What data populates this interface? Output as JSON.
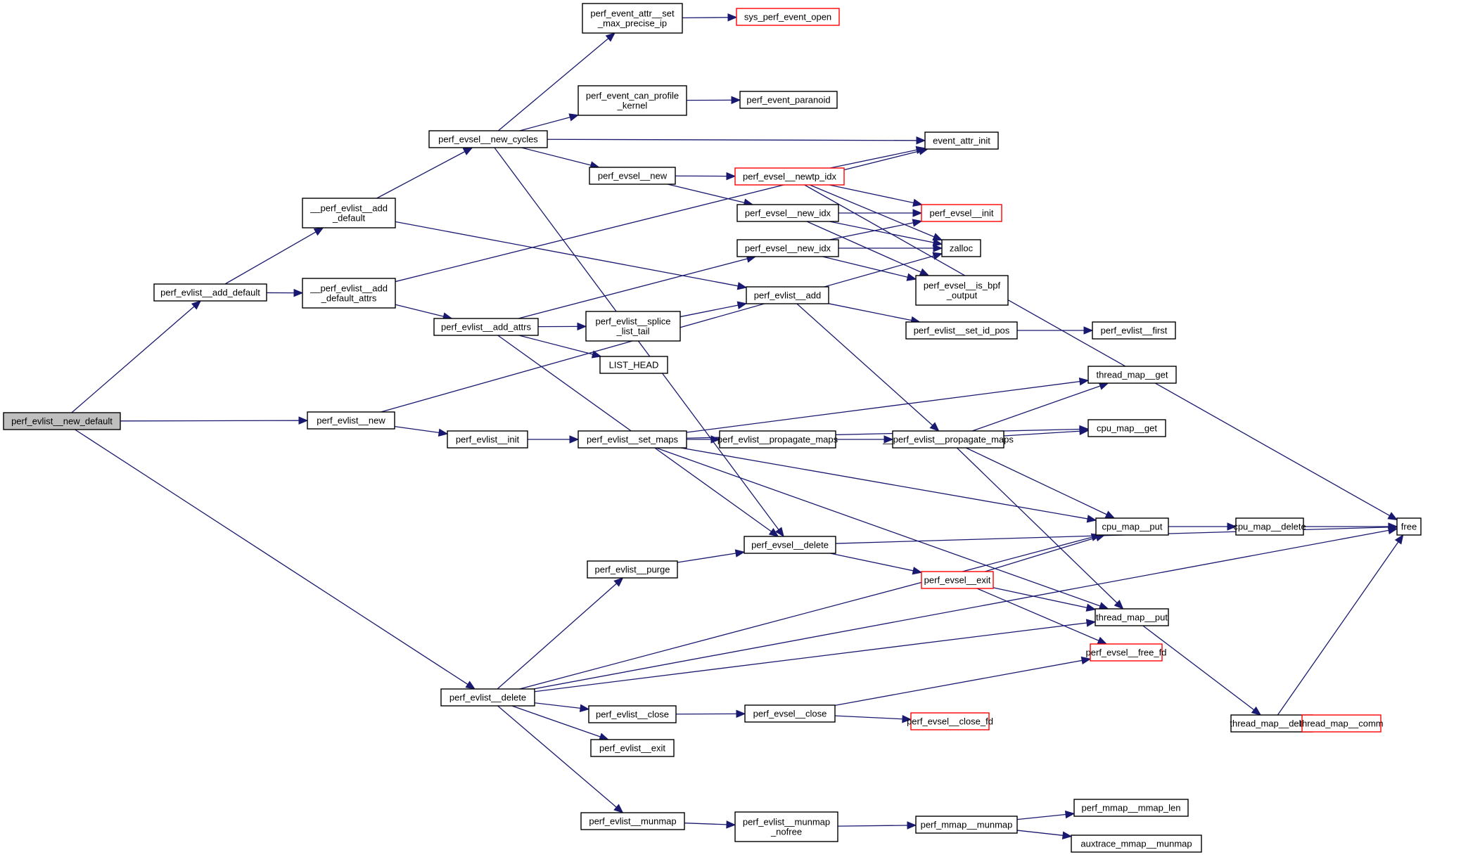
{
  "diagram": {
    "type": "call-graph",
    "root": "perf_evlist__new_default",
    "colors": {
      "edge": "#191970",
      "node_border": "#000000",
      "external_border": "#ff0000",
      "root_fill": "#bfbfbf"
    },
    "nodes": [
      {
        "id": "n0",
        "lines": [
          "perf_evlist__new_default"
        ],
        "kind": "root"
      },
      {
        "id": "n1",
        "lines": [
          "perf_evlist__add_default"
        ],
        "kind": "normal"
      },
      {
        "id": "n2",
        "lines": [
          "__perf_evlist__add",
          "_default"
        ],
        "kind": "normal"
      },
      {
        "id": "n3",
        "lines": [
          "__perf_evlist__add",
          "_default_attrs"
        ],
        "kind": "normal"
      },
      {
        "id": "n4",
        "lines": [
          "perf_evlist__new"
        ],
        "kind": "normal"
      },
      {
        "id": "n5",
        "lines": [
          "perf_evlist__delete"
        ],
        "kind": "normal"
      },
      {
        "id": "n6",
        "lines": [
          "perf_evsel__new_cycles"
        ],
        "kind": "normal"
      },
      {
        "id": "n7",
        "lines": [
          "perf_evlist__add_attrs"
        ],
        "kind": "normal"
      },
      {
        "id": "n8",
        "lines": [
          "perf_evlist__init"
        ],
        "kind": "normal"
      },
      {
        "id": "n9",
        "lines": [
          "perf_evlist__purge"
        ],
        "kind": "normal"
      },
      {
        "id": "n10",
        "lines": [
          "perf_evlist__close"
        ],
        "kind": "normal"
      },
      {
        "id": "n11",
        "lines": [
          "perf_evlist__exit"
        ],
        "kind": "normal"
      },
      {
        "id": "n12",
        "lines": [
          "perf_evlist__munmap"
        ],
        "kind": "normal"
      },
      {
        "id": "n13",
        "lines": [
          "perf_event_attr__set",
          "_max_precise_ip"
        ],
        "kind": "normal"
      },
      {
        "id": "n14",
        "lines": [
          "perf_event_can_profile",
          "_kernel"
        ],
        "kind": "normal"
      },
      {
        "id": "n15",
        "lines": [
          "perf_evsel__new"
        ],
        "kind": "normal"
      },
      {
        "id": "n16",
        "lines": [
          "perf_evlist__splice",
          "_list_tail"
        ],
        "kind": "normal"
      },
      {
        "id": "n17",
        "lines": [
          "LIST_HEAD"
        ],
        "kind": "normal"
      },
      {
        "id": "n18",
        "lines": [
          "perf_evlist__set_maps"
        ],
        "kind": "normal"
      },
      {
        "id": "n19",
        "lines": [
          "perf_evlist__propagate_maps"
        ],
        "kind": "normal"
      },
      {
        "id": "n20",
        "lines": [
          "perf_evsel__delete"
        ],
        "kind": "normal"
      },
      {
        "id": "n21",
        "lines": [
          "perf_evsel__close"
        ],
        "kind": "normal"
      },
      {
        "id": "n22",
        "lines": [
          "perf_evlist__munmap",
          "_nofree"
        ],
        "kind": "normal"
      },
      {
        "id": "n23",
        "lines": [
          "sys_perf_event_open"
        ],
        "kind": "external"
      },
      {
        "id": "n24",
        "lines": [
          "perf_event_paranoid"
        ],
        "kind": "normal"
      },
      {
        "id": "n25",
        "lines": [
          "perf_evsel__newtp_idx"
        ],
        "kind": "external"
      },
      {
        "id": "n26",
        "lines": [
          "perf_evsel__new_idx"
        ],
        "kind": "normal"
      },
      {
        "id": "n27",
        "lines": [
          "perf_evsel__new_idx"
        ],
        "kind": "normal"
      },
      {
        "id": "n28",
        "lines": [
          "perf_evlist__add"
        ],
        "kind": "normal"
      },
      {
        "id": "n29",
        "lines": [
          "__perf_evlist__propagate_maps"
        ],
        "kind": "normal"
      },
      {
        "id": "n30",
        "lines": [
          "perf_evsel__exit"
        ],
        "kind": "external"
      },
      {
        "id": "n31",
        "lines": [
          "perf_evsel__close_fd"
        ],
        "kind": "external"
      },
      {
        "id": "n32",
        "lines": [
          "perf_mmap__munmap"
        ],
        "kind": "normal"
      },
      {
        "id": "n33",
        "lines": [
          "event_attr_init"
        ],
        "kind": "normal"
      },
      {
        "id": "n34",
        "lines": [
          "perf_evsel__init"
        ],
        "kind": "external"
      },
      {
        "id": "n35",
        "lines": [
          "zalloc"
        ],
        "kind": "normal"
      },
      {
        "id": "n36",
        "lines": [
          "perf_evsel__is_bpf",
          "_output"
        ],
        "kind": "normal"
      },
      {
        "id": "n37",
        "lines": [
          "perf_evlist__set_id_pos"
        ],
        "kind": "normal"
      },
      {
        "id": "n38",
        "lines": [
          "thread_map__get"
        ],
        "kind": "normal"
      },
      {
        "id": "n39",
        "lines": [
          "cpu_map__get"
        ],
        "kind": "normal"
      },
      {
        "id": "n40",
        "lines": [
          "cpu_map__put"
        ],
        "kind": "normal"
      },
      {
        "id": "n41",
        "lines": [
          "thread_map__put"
        ],
        "kind": "normal"
      },
      {
        "id": "n42",
        "lines": [
          "perf_evsel__free_fd"
        ],
        "kind": "external"
      },
      {
        "id": "n43",
        "lines": [
          "perf_mmap__mmap_len"
        ],
        "kind": "normal"
      },
      {
        "id": "n44",
        "lines": [
          "auxtrace_mmap__munmap"
        ],
        "kind": "normal"
      },
      {
        "id": "n45",
        "lines": [
          "perf_evlist__first"
        ],
        "kind": "normal"
      },
      {
        "id": "n46",
        "lines": [
          "cpu_map__delete"
        ],
        "kind": "normal"
      },
      {
        "id": "n47",
        "lines": [
          "thread_map__delete"
        ],
        "kind": "normal"
      },
      {
        "id": "n48",
        "lines": [
          "free"
        ],
        "kind": "normal"
      },
      {
        "id": "n49",
        "lines": [
          "thread_map__comm"
        ],
        "kind": "external"
      }
    ],
    "edges": [
      [
        "n0",
        "n1"
      ],
      [
        "n0",
        "n4"
      ],
      [
        "n0",
        "n5"
      ],
      [
        "n1",
        "n2"
      ],
      [
        "n1",
        "n3"
      ],
      [
        "n2",
        "n6"
      ],
      [
        "n2",
        "n28"
      ],
      [
        "n3",
        "n7"
      ],
      [
        "n3",
        "n33"
      ],
      [
        "n4",
        "n8"
      ],
      [
        "n4",
        "n35"
      ],
      [
        "n5",
        "n9"
      ],
      [
        "n5",
        "n10"
      ],
      [
        "n5",
        "n11"
      ],
      [
        "n5",
        "n12"
      ],
      [
        "n5",
        "n40"
      ],
      [
        "n5",
        "n41"
      ],
      [
        "n5",
        "n48"
      ],
      [
        "n6",
        "n13"
      ],
      [
        "n6",
        "n14"
      ],
      [
        "n6",
        "n15"
      ],
      [
        "n6",
        "n33"
      ],
      [
        "n6",
        "n20"
      ],
      [
        "n7",
        "n16"
      ],
      [
        "n7",
        "n17"
      ],
      [
        "n7",
        "n27"
      ],
      [
        "n7",
        "n20"
      ],
      [
        "n8",
        "n18"
      ],
      [
        "n9",
        "n20"
      ],
      [
        "n10",
        "n21"
      ],
      [
        "n12",
        "n22"
      ],
      [
        "n13",
        "n23"
      ],
      [
        "n14",
        "n24"
      ],
      [
        "n15",
        "n25"
      ],
      [
        "n15",
        "n26"
      ],
      [
        "n16",
        "n28"
      ],
      [
        "n18",
        "n19"
      ],
      [
        "n18",
        "n38"
      ],
      [
        "n18",
        "n39"
      ],
      [
        "n18",
        "n40"
      ],
      [
        "n18",
        "n41"
      ],
      [
        "n19",
        "n29"
      ],
      [
        "n20",
        "n30"
      ],
      [
        "n20",
        "n48"
      ],
      [
        "n21",
        "n31"
      ],
      [
        "n21",
        "n42"
      ],
      [
        "n22",
        "n32"
      ],
      [
        "n25",
        "n33"
      ],
      [
        "n25",
        "n34"
      ],
      [
        "n25",
        "n35"
      ],
      [
        "n25",
        "n48"
      ],
      [
        "n26",
        "n34"
      ],
      [
        "n26",
        "n35"
      ],
      [
        "n26",
        "n36"
      ],
      [
        "n27",
        "n34"
      ],
      [
        "n27",
        "n35"
      ],
      [
        "n27",
        "n36"
      ],
      [
        "n28",
        "n37"
      ],
      [
        "n28",
        "n29"
      ],
      [
        "n29",
        "n38"
      ],
      [
        "n29",
        "n39"
      ],
      [
        "n29",
        "n40"
      ],
      [
        "n29",
        "n41"
      ],
      [
        "n30",
        "n40"
      ],
      [
        "n30",
        "n41"
      ],
      [
        "n30",
        "n42"
      ],
      [
        "n32",
        "n43"
      ],
      [
        "n32",
        "n44"
      ],
      [
        "n37",
        "n45"
      ],
      [
        "n40",
        "n46"
      ],
      [
        "n41",
        "n47"
      ],
      [
        "n46",
        "n48"
      ],
      [
        "n47",
        "n48"
      ],
      [
        "n47",
        "n49"
      ]
    ]
  }
}
